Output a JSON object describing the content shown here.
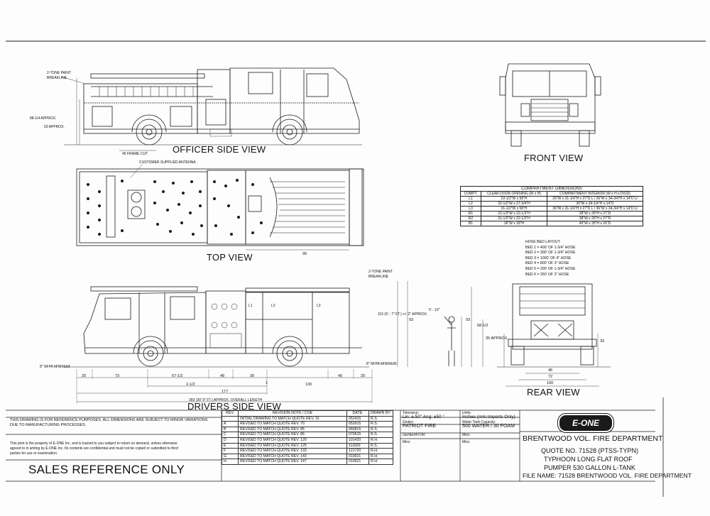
{
  "views": {
    "officer_side": "OFFICER SIDE VIEW",
    "top": "TOP VIEW",
    "drivers_side": "DRIVERS SIDE VIEW",
    "front": "FRONT VIEW",
    "rear": "REAR VIEW"
  },
  "annotations": {
    "two_tone_1": "2-TONE PAINT",
    "breakline_1": "BREAKLINE",
    "dim_88": "88-1/4 APPROX.",
    "dim_53": "53 APPROX.",
    "frame_cut": "45 FRAME CUT",
    "antenna": "CUSTOMER SUPPLIED ANTENNA",
    "two_tone_2": "2-TONE PAINT",
    "breakline_2": "BREAKLINE",
    "dim_99": "99",
    "dim_115": "115 (9' - 7\" FT.) +/- 2\" APPROX.",
    "dim_93": "93",
    "person": "5' - 10\"",
    "nfpa_left": "8\" NFPA MINIMUM",
    "nfpa_right": "8\" NFPA MINIMUM",
    "d20a": "20",
    "d73": "73",
    "d67": "67-1/2",
    "d48": "48",
    "d30": "30",
    "d40": "40",
    "d20b": "20",
    "d2": "2-1/2",
    "d1": "1",
    "d130": "130",
    "d177": "177",
    "overall": "369 (30' 9\" FT.) APPROX. OVERALL LENGTH",
    "rear_93": "93",
    "rear_68": "68-1/2",
    "rear_35": "35 APPROX.",
    "rear_33": "33",
    "rear_46": "46",
    "rear_72": "72",
    "rear_100": "100",
    "L1": "L1",
    "L2": "L2",
    "L3": "L3"
  },
  "compartments": {
    "title": "COMPARTMENT DIMENSIONS",
    "headers": [
      "COMPT.",
      "CLEAR DOOR OPENING (W x H)",
      "COMPARTMENT INTERIOR (W x H x D/UD)"
    ],
    "rows": [
      [
        "L1",
        "22-1/2\"W x 58\"H",
        "26\"W x 31-1/4\"H x 27\"D L / 26\"W x 34-3/4\"H x 14\"D U"
      ],
      [
        "L2",
        "32-1/2\"W x 27-3/4\"H",
        "30\"W x 34-1/4\"H x 14\"D"
      ],
      [
        "L3",
        "31-1/2\"W x 58\"H",
        "36\"W x 31-1/4\"H x 27\"D L / 36\"W x 34-3/4\"H x 14\"D U"
      ],
      [
        "R1",
        "22-1/2\"W x 22-1/2\"H",
        "28\"W x 29\"H x 27\"D"
      ],
      [
        "R2",
        "31-1/2\"W x 22-1/2\"H",
        "38\"W x 29\"H x 27\"D"
      ],
      [
        "B1",
        "36\"W x 28\"H",
        "49\"W x 35\"H x 26\"D"
      ]
    ]
  },
  "hose_bed": {
    "title": "HOSE BED LAYOUT:",
    "lines": [
      "BED 1 = 400' OF 1-3/4\" HOSE",
      "BED 2 = 300' OF 1-3/4\" HOSE",
      "BED 3 = 1000' OF 4\" HOSE",
      "BED 4 = 800' OF 3\" HOSE",
      "BED 5 = 200' OF 1-3/4\" HOSE",
      "BED 6 = 250' OF 2\" HOSE"
    ]
  },
  "title_block": {
    "disclaimer_1": "THIS DRAWING IS FOR REFERENCE PURPOSES. ALL DIMENSIONS ARE SUBJECT TO MINOR VARIATIONS",
    "disclaimer_2": "DUE TO MANUFACTURING PROCESSES.",
    "property_1": "This print is the property of E-ONE Inc. and is loaned to you subject to return on demand, unless otherwise",
    "property_2": "agreed to in writing by E-ONE Inc. Its contents are confidential and must not be copied or submitted to third",
    "property_3": "parties for use or examination.",
    "sales": "SALES REFERENCE ONLY",
    "rev_headers": [
      "REV.",
      "REVISION NOTE / COE",
      "DATE:",
      "DRAWN BY:"
    ],
    "revisions": [
      [
        "-",
        "INITIAL DRAWING TO MATCH QUOTE REV. 31",
        "052415",
        "R.S."
      ],
      [
        "A",
        "REVISED TO MATCH QUOTE REV. 70",
        "052615",
        "R.S."
      ],
      [
        "B",
        "REVISED TO MATCH QUOTE REV. 85",
        "060815",
        "R.S."
      ],
      [
        "C",
        "REVISED TO MATCH QUOTE REV. 86",
        "070615",
        "R.S."
      ],
      [
        "D",
        "REVISED TO MATCH QUOTE REV. 120",
        "101420",
        "R.H."
      ],
      [
        "E",
        "REVISED TO MATCH QUOTE REV. 125",
        "111820",
        "R.S."
      ],
      [
        "F",
        "REVISED TO MATCH QUOTE REV. 133",
        "121720",
        "R.H."
      ],
      [
        "G",
        "REVISED TO MATCH QUOTE REV. 143",
        "010621",
        "R.H."
      ],
      [
        "H",
        "REVISED TO MATCH QUOTE REV. 147",
        "010621",
        "R.H."
      ]
    ],
    "tolerance_label": "Tolerance:",
    "tolerance_value": "Lin: ±.50\"    Ang: ±50 °",
    "units_label": "Units:",
    "units_value": "Inches (mm Imports Only)",
    "dealer_label": "Dealer:",
    "dealer_value": "PATRIOT FIRE",
    "water_label": "Water Tank Capacity:",
    "water_value": "500 WATER / 30 FOAM",
    "generator_label": "GENERATOR:",
    "misc1": "Misc:",
    "misc2": "Misc:",
    "misc3": "Misc:",
    "logo": "E-ONE",
    "customer": "BRENTWOOD VOL. FIRE DEPARTMENT",
    "quote": "QUOTE NO. 71528 (PTSS-TYPN)",
    "model": "TYPHOON LONG FLAT ROOF",
    "pumper": "PUMPER 530 GALLON L-TANK",
    "filename": "FILE NAME: 71528 BRENTWOOD VOL. FIRE DEPARTMENT"
  }
}
